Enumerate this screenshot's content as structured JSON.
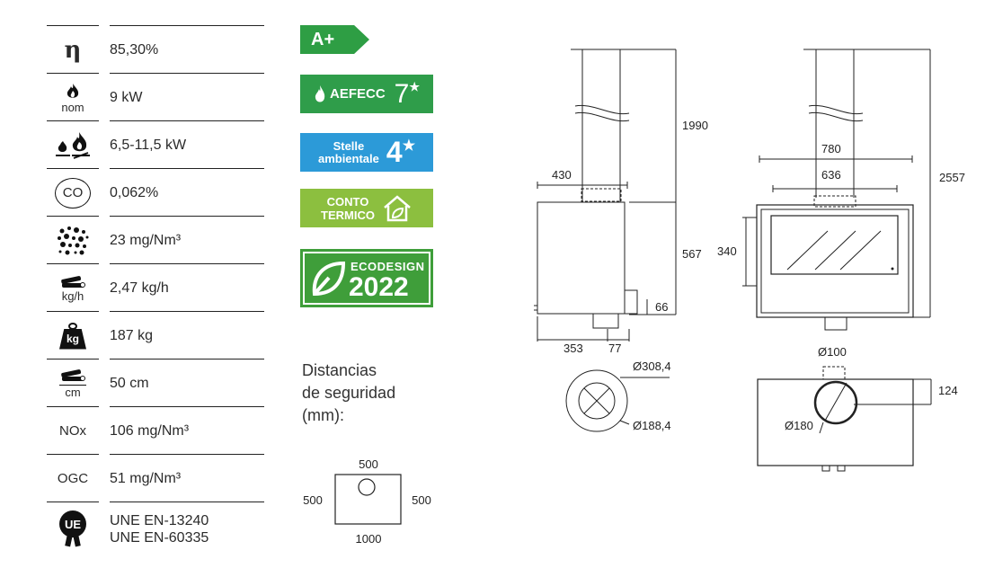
{
  "specs": [
    {
      "icon": "eta-icon",
      "icon_text": "η",
      "value": "85,30%"
    },
    {
      "icon": "flame-nominal-icon",
      "icon_sub": "nom",
      "value": "9 kW"
    },
    {
      "icon": "flame-range-icon",
      "value": "6,5-11,5 kW"
    },
    {
      "icon": "co-icon",
      "icon_text": "CO",
      "value": "0,062%"
    },
    {
      "icon": "particles-icon",
      "value": "23  mg/Nm³"
    },
    {
      "icon": "wood-consumption-icon",
      "icon_sub": "kg/h",
      "value": "2,47 kg/h"
    },
    {
      "icon": "weight-icon",
      "icon_text": "kg",
      "value": "187 kg"
    },
    {
      "icon": "log-length-icon",
      "icon_sub": "cm",
      "value": "50 cm"
    },
    {
      "icon": "nox-label",
      "icon_text": "NOx",
      "value": "106  mg/Nm³"
    },
    {
      "icon": "ogc-label",
      "icon_text": "OGC",
      "value": "51  mg/Nm³"
    },
    {
      "icon": "ue-seal-icon",
      "icon_text": "UE",
      "value": "UNE EN-13240\nUNE EN-60335"
    }
  ],
  "badges": {
    "energy_class": "A+",
    "aefecc_name": "AEFECC",
    "aefecc_rating": "7",
    "stelle_line1": "Stelle",
    "stelle_line2": "ambientale",
    "stelle_rating": "4",
    "conto_line1": "CONTO",
    "conto_line2": "TERMICO",
    "ecodesign_name": "ECODESIGN",
    "ecodesign_year": "2022",
    "colors": {
      "a_plus": "#2e9e44",
      "aefecc": "#2f9d4a",
      "stelle": "#2c9ad8",
      "conto": "#8cbf3f",
      "ecodesign": "#3f9e3a"
    }
  },
  "safety": {
    "title_line1": "Distancias",
    "title_line2": "de seguridad",
    "title_line3": "(mm):",
    "top": "500",
    "left": "500",
    "right": "500",
    "bottom": "1000"
  },
  "side_view": {
    "height_total": "1990",
    "width": "430",
    "body_height": "567",
    "outlet_height": "66",
    "depth": "353",
    "outlet_offset": "77",
    "flue_outer": "Ø308,4",
    "flue_inner": "Ø188,4"
  },
  "front_view": {
    "height_total": "2557",
    "width_outer": "780",
    "width_inner": "636",
    "glass_height": "340",
    "air_inlet": "Ø100",
    "top_height": "124",
    "flue": "Ø180"
  }
}
